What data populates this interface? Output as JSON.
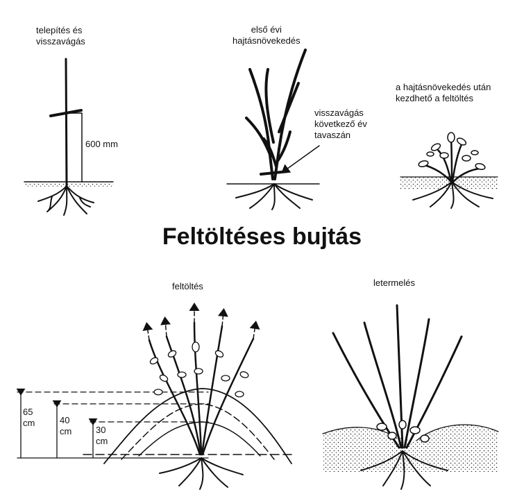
{
  "title": "Feltöltéses bujtás",
  "stages": {
    "planting": {
      "label": "telepítés és\nvisszavágás",
      "measure": "600 mm"
    },
    "first_year": {
      "label": "első évi\nhajtásnövekedés",
      "cutback_note": "visszavágás\nkövetkező év\ntavaszán"
    },
    "after_growth": {
      "label": "a hajtásnövekedés után\nkezdhető a feltöltés"
    },
    "earthing_up": {
      "label": "feltöltés",
      "levels": [
        {
          "label": "65\ncm",
          "value_cm": 65
        },
        {
          "label": "40\ncm",
          "value_cm": 40
        },
        {
          "label": "30\ncm",
          "value_cm": 30
        }
      ]
    },
    "harvest": {
      "label": "letermelés"
    }
  },
  "colors": {
    "ink": "#111111",
    "background": "#ffffff"
  }
}
